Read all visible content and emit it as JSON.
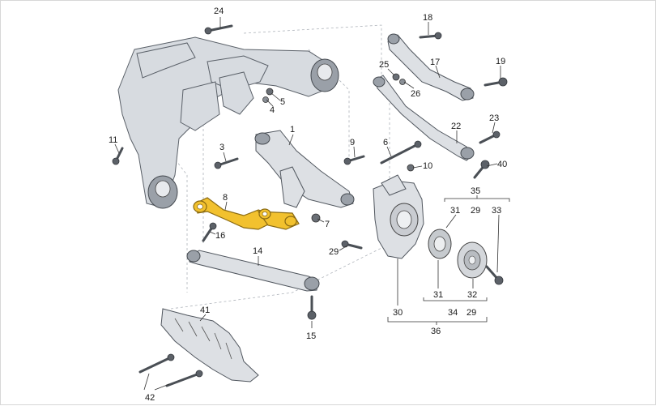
{
  "callouts": [
    {
      "id": "c24",
      "text": "24"
    },
    {
      "id": "c18",
      "text": "18"
    },
    {
      "id": "c17",
      "text": "17"
    },
    {
      "id": "c25",
      "text": "25"
    },
    {
      "id": "c26",
      "text": "26"
    },
    {
      "id": "c19",
      "text": "19"
    },
    {
      "id": "c5",
      "text": "5"
    },
    {
      "id": "c4",
      "text": "4"
    },
    {
      "id": "c1",
      "text": "1"
    },
    {
      "id": "c11",
      "text": "11"
    },
    {
      "id": "c3",
      "text": "3"
    },
    {
      "id": "c9",
      "text": "9"
    },
    {
      "id": "c6",
      "text": "6"
    },
    {
      "id": "c22",
      "text": "22"
    },
    {
      "id": "c23",
      "text": "23"
    },
    {
      "id": "c40",
      "text": "40"
    },
    {
      "id": "c10",
      "text": "10"
    },
    {
      "id": "c35",
      "text": "35"
    },
    {
      "id": "c8",
      "text": "8"
    },
    {
      "id": "c7",
      "text": "7"
    },
    {
      "id": "c16",
      "text": "16"
    },
    {
      "id": "c31a",
      "text": "31"
    },
    {
      "id": "c29a",
      "text": "29"
    },
    {
      "id": "c33",
      "text": "33"
    },
    {
      "id": "c29b",
      "text": "29"
    },
    {
      "id": "c14",
      "text": "14"
    },
    {
      "id": "c31b",
      "text": "31"
    },
    {
      "id": "c32",
      "text": "32"
    },
    {
      "id": "c41",
      "text": "41"
    },
    {
      "id": "c30",
      "text": "30"
    },
    {
      "id": "c34",
      "text": "34"
    },
    {
      "id": "c29c",
      "text": "29"
    },
    {
      "id": "c15",
      "text": "15"
    },
    {
      "id": "c36",
      "text": "36"
    },
    {
      "id": "c42",
      "text": "42"
    }
  ],
  "colors": {
    "highlight": "#f2c12e",
    "line_art": "#50565e",
    "parts_fill": "#dde0e4",
    "frame_border": "#d7d7d7"
  }
}
